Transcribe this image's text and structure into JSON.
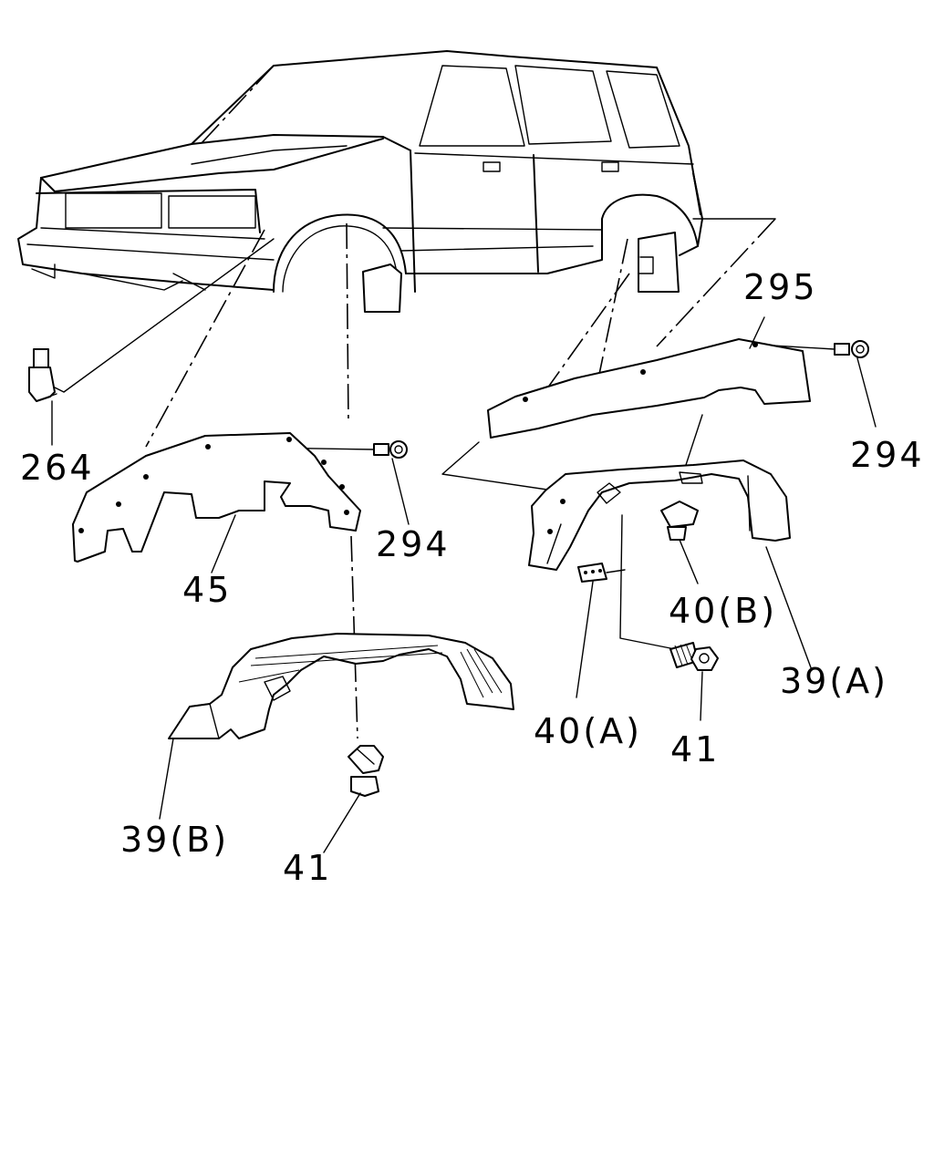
{
  "labels": {
    "l264": "264",
    "l294a": "294",
    "l45": "45",
    "l39b": "39(B)",
    "l41a": "41",
    "l295": "295",
    "l294b": "294",
    "l40b": "40(B)",
    "l39a": "39(A)",
    "l40a": "40(A)",
    "l41b": "41"
  },
  "colors": {
    "line": "#000000",
    "background": "#ffffff"
  }
}
